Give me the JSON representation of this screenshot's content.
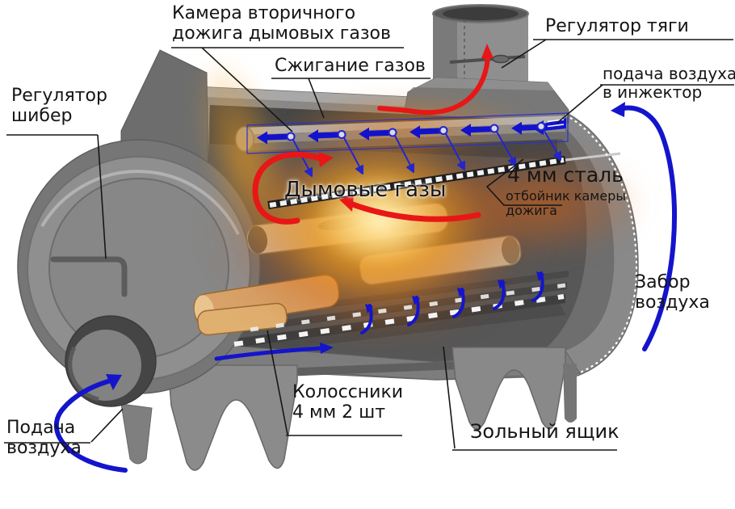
{
  "diagram": {
    "subject": "wood-stove-cutaway-scheme",
    "labels": {
      "secondary_chamber": {
        "line1": "Камера вторичного",
        "line2": "дожига дымовых газов"
      },
      "gas_burning": {
        "line1": "Сжигание газов"
      },
      "draft_regulator": {
        "line1": "Регулятор тяги"
      },
      "injector_air": {
        "line1": "подача воздуха",
        "line2": "в инжектор"
      },
      "damper_regulator": {
        "line1": "Регулятор",
        "line2": "шибер"
      },
      "steel_plate": {
        "line1": "4 мм сталь"
      },
      "afterburn_baffle": {
        "line1": "отбойник камеры",
        "line2": "дожига"
      },
      "flue_gases": {
        "line1": "Дымовые газы"
      },
      "air_intake": {
        "line1": "Забор",
        "line2": "воздуха"
      },
      "air_supply": {
        "line1": "Подача",
        "line2": "воздуха"
      },
      "grates": {
        "line1": "Колоссники",
        "line2": "4 мм 2 шт"
      },
      "ash_box": {
        "line1": "Зольный ящик"
      }
    },
    "colors": {
      "cold_air_flow": "#1414cc",
      "hot_gas_flow": "#e81616",
      "steel_body": "#8d8d8d",
      "label_text": "#151515",
      "background": "#ffffff"
    }
  }
}
